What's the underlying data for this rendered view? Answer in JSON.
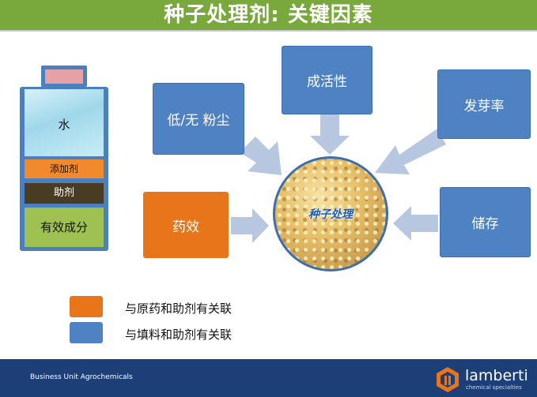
{
  "title": "种子处理剂: 关键因素",
  "container": {
    "water": "水",
    "additive": "添加剂",
    "adjuvant": "助剂",
    "active_ingredient": "有效成分"
  },
  "factors": {
    "low_dust": "低/无 粉尘",
    "viability": "成活性",
    "germination": "发芽率",
    "efficacy": "药效",
    "storage": "储存"
  },
  "center": "种子处理",
  "legend": [
    {
      "label": "与原药和助剂有关联",
      "color": "#e8751a"
    },
    {
      "label": "与填料和助剂有关联",
      "color": "#4e82c2"
    }
  ],
  "footer": {
    "unit": "Business Unit Agrochemicals",
    "brand": "lamberti",
    "tagline": "chemical specialties"
  }
}
